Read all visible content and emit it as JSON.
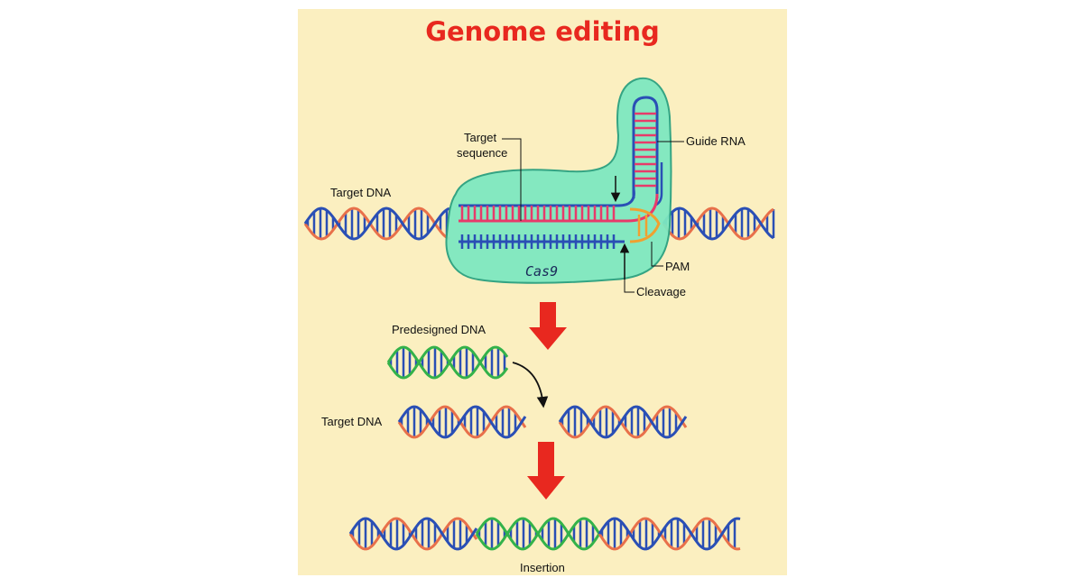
{
  "title": "Genome editing",
  "labels": {
    "target_sequence_line1": "Target",
    "target_sequence_line2": "sequence",
    "guide_rna": "Guide RNA",
    "target_dna_top": "Target DNA",
    "cas9": "Cas9",
    "pam": "PAM",
    "cleavage": "Cleavage",
    "predesigned_dna": "Predesigned DNA",
    "target_dna_middle": "Target DNA",
    "insertion": "Insertion"
  },
  "colors": {
    "background": "#fbefc0",
    "title": "#e8281f",
    "cas9_protein": "#7ee8c0",
    "strand_orange": "#e8704a",
    "strand_blue": "#2a4fb5",
    "strand_green": "#33b24a",
    "rungs_pink": "#e83a6a",
    "arrow_red": "#e8281f"
  },
  "icons": [
    "dna-helix-icon",
    "down-arrow-icon",
    "curved-arrow-icon"
  ]
}
